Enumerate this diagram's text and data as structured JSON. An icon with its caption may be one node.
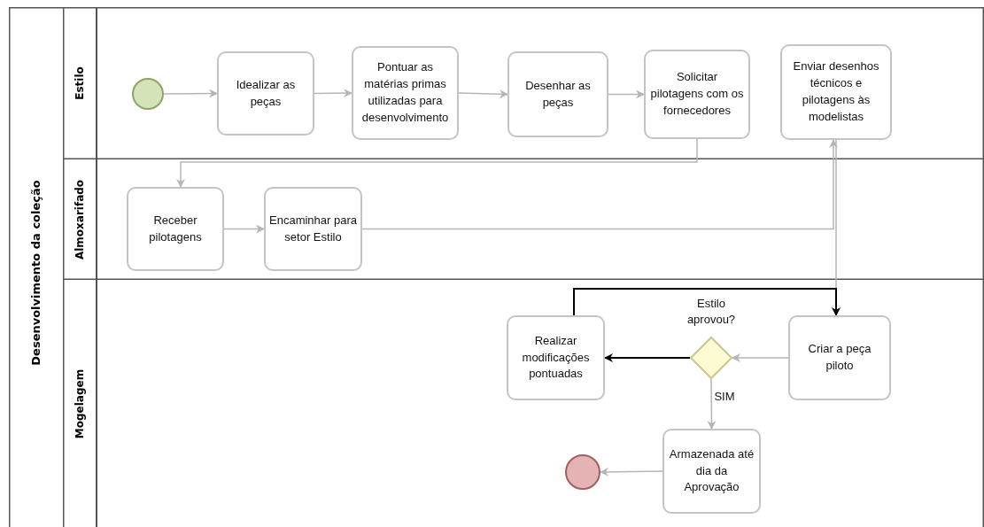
{
  "diagram": {
    "nodes": [
      {
        "text": [
          "Desenvolvimento da coleção"
        ]
      },
      {
        "text": [
          "Estilo"
        ],
        "in": 0
      },
      {
        "text": [
          "Almoxarifado"
        ],
        "in": 0
      },
      {
        "text": [
          "Mogelagem"
        ],
        "in": 0
      },
      {
        "text": [],
        "shape": "circle",
        "in": 1
      },
      {
        "text": [
          "Idealizar as peças"
        ],
        "in": 1
      },
      {
        "text": [
          "Pontuar as matérias primas utilizadas para desenvolvimento"
        ],
        "in": 1
      },
      {
        "text": [
          "Desenhar as peças"
        ],
        "in": 1
      },
      {
        "text": [
          "Solicitar pilotagens com os fornecedores"
        ],
        "in": 1
      },
      {
        "text": [
          "Enviar desenhos técnicos e pilotagens às modelistas"
        ],
        "in": 1
      },
      {
        "text": [
          "Receber pilotagens"
        ],
        "in": 2
      },
      {
        "text": [
          "Encaminhar para setor Estilo"
        ],
        "in": 2
      },
      {
        "text": [
          "Realizar modificações pontuadas"
        ],
        "in": 3
      },
      {
        "text": [],
        "shape": "diamond",
        "in": 3,
        "beside": [
          "Estilo aprovou?"
        ]
      },
      {
        "text": [
          "Criar a peça piloto"
        ],
        "in": 3
      },
      {
        "text": [
          "Armazenada até dia da Aprovação"
        ],
        "in": 3
      },
      {
        "text": [],
        "shape": "circle",
        "in": 3
      }
    ],
    "edges": [
      {
        "from": 4,
        "to": 5,
        "arrow": "to"
      },
      {
        "from": 5,
        "to": 6,
        "arrow": "to"
      },
      {
        "from": 6,
        "to": 7,
        "arrow": "to"
      },
      {
        "from": 7,
        "to": 8,
        "arrow": "to"
      },
      {
        "from": 8,
        "to": 10,
        "arrow": "to"
      },
      {
        "from": 10,
        "to": 11,
        "arrow": "to"
      },
      {
        "from": 11,
        "to": 9,
        "arrow": "to"
      },
      {
        "from": 9,
        "to": 14,
        "arrow": "to"
      },
      {
        "from": 12,
        "to": 14,
        "arrow": "to",
        "color": "#000000"
      },
      {
        "from": 14,
        "to": 13,
        "arrow": "to"
      },
      {
        "from": 13,
        "to": 12,
        "arrow": "to",
        "color": "#000000"
      },
      {
        "from": 13,
        "to": 15,
        "arrow": "to",
        "label": "SIM"
      },
      {
        "from": 15,
        "to": 16,
        "arrow": "to"
      }
    ]
  }
}
